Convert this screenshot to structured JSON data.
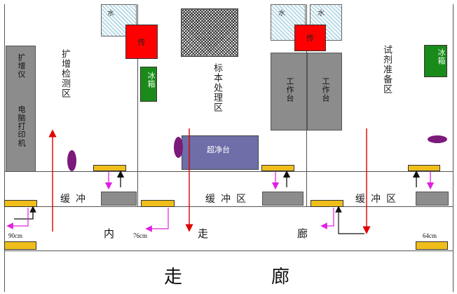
{
  "labels": {
    "water": "水",
    "pass": "传",
    "fridge": "冰箱",
    "amplifier": "扩增仪",
    "pc_printer": "电脑打印机",
    "amp_zone": "扩增检测区",
    "specimen_zone": "标本处理区",
    "reagent_zone": "试剂准备区",
    "workbench": "工作台",
    "clean_bench": "超净台",
    "buffer": "缓冲",
    "buffer_zone": "缓冲区",
    "inner": "内",
    "walk": "走",
    "lang": "廊",
    "corridor_1": "走",
    "corridor_2": "廊",
    "w90": "90cm",
    "w76": "76cm",
    "w64": "64cm"
  },
  "colors": {
    "red": "#ff0000",
    "green": "#1a8a1a",
    "gray": "#8c8c8c",
    "purple": "#7b1a7b",
    "bench_purple": "#6e6ea8",
    "yellow": "#f0be1a",
    "magenta": "#e020e0"
  }
}
